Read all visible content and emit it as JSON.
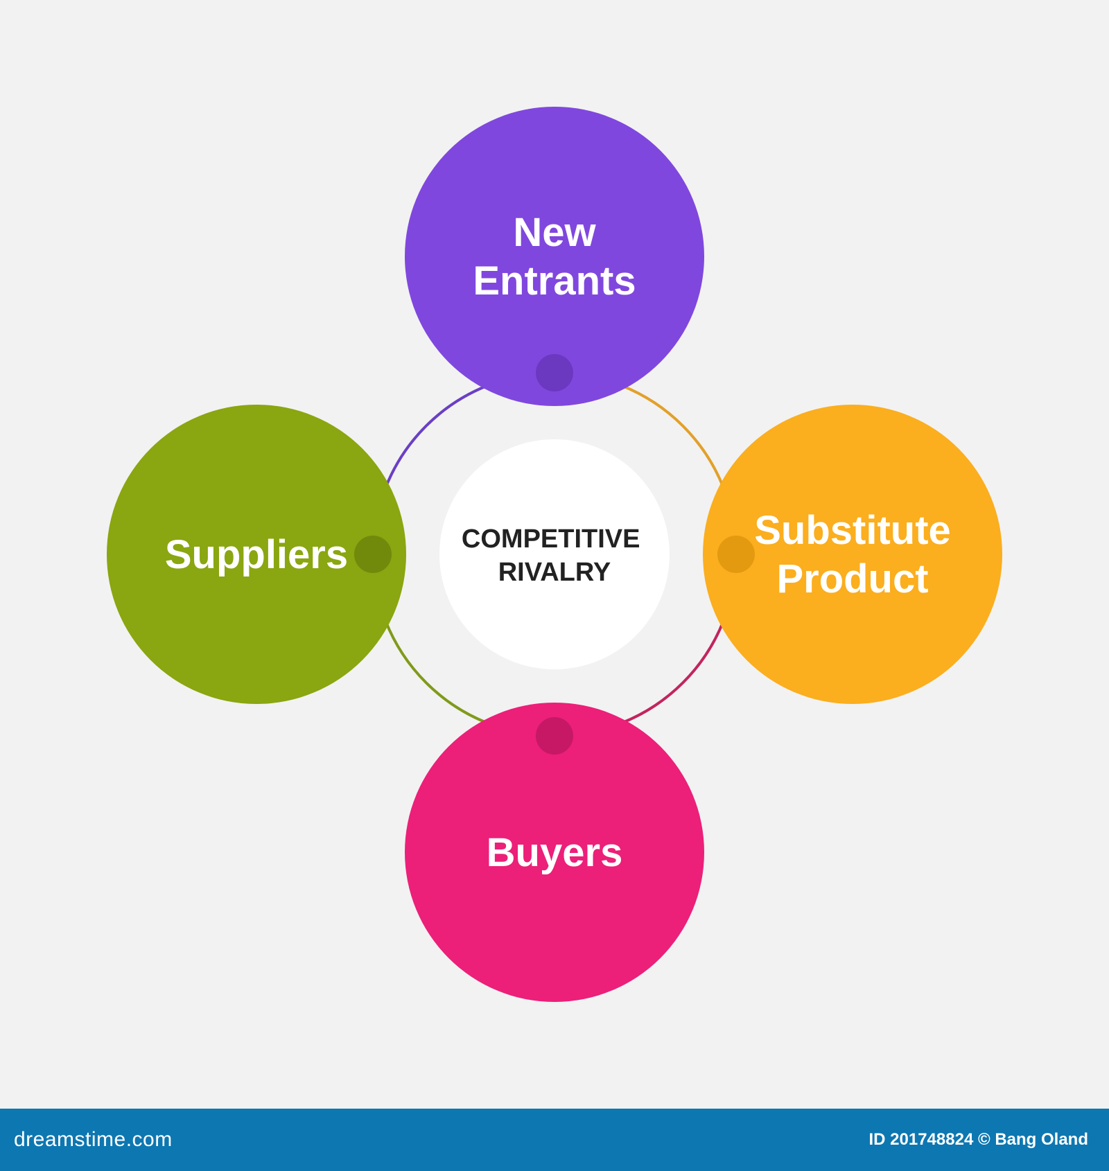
{
  "diagram": {
    "center": {
      "lines": [
        "COMPETITIVE",
        "RIVALRY"
      ],
      "fill": "#ffffff",
      "text_color": "#222222"
    },
    "nodes": [
      {
        "id": "new-entrants",
        "lines": [
          "New",
          "Entrants"
        ],
        "color": "#8047de",
        "dot_color": "#6b38c0",
        "connector_color": "#6a3fc4"
      },
      {
        "id": "substitute-product",
        "lines": [
          "Substitute",
          "Product"
        ],
        "color": "#fbae1e",
        "dot_color": "#e39a10",
        "connector_color": "#e2a02a"
      },
      {
        "id": "buyers",
        "lines": [
          "Buyers"
        ],
        "color": "#ec1f79",
        "dot_color": "#c61865",
        "connector_color": "#c2245f"
      },
      {
        "id": "suppliers",
        "lines": [
          "Suppliers"
        ],
        "color": "#8aa610",
        "dot_color": "#718a0c",
        "connector_color": "#7f9a1a"
      }
    ],
    "background": "#f2f2f2"
  },
  "footer": {
    "site": "dreamstime.com",
    "credit": "ID 201748824 © Bang Oland",
    "color": "#0d77b1"
  }
}
